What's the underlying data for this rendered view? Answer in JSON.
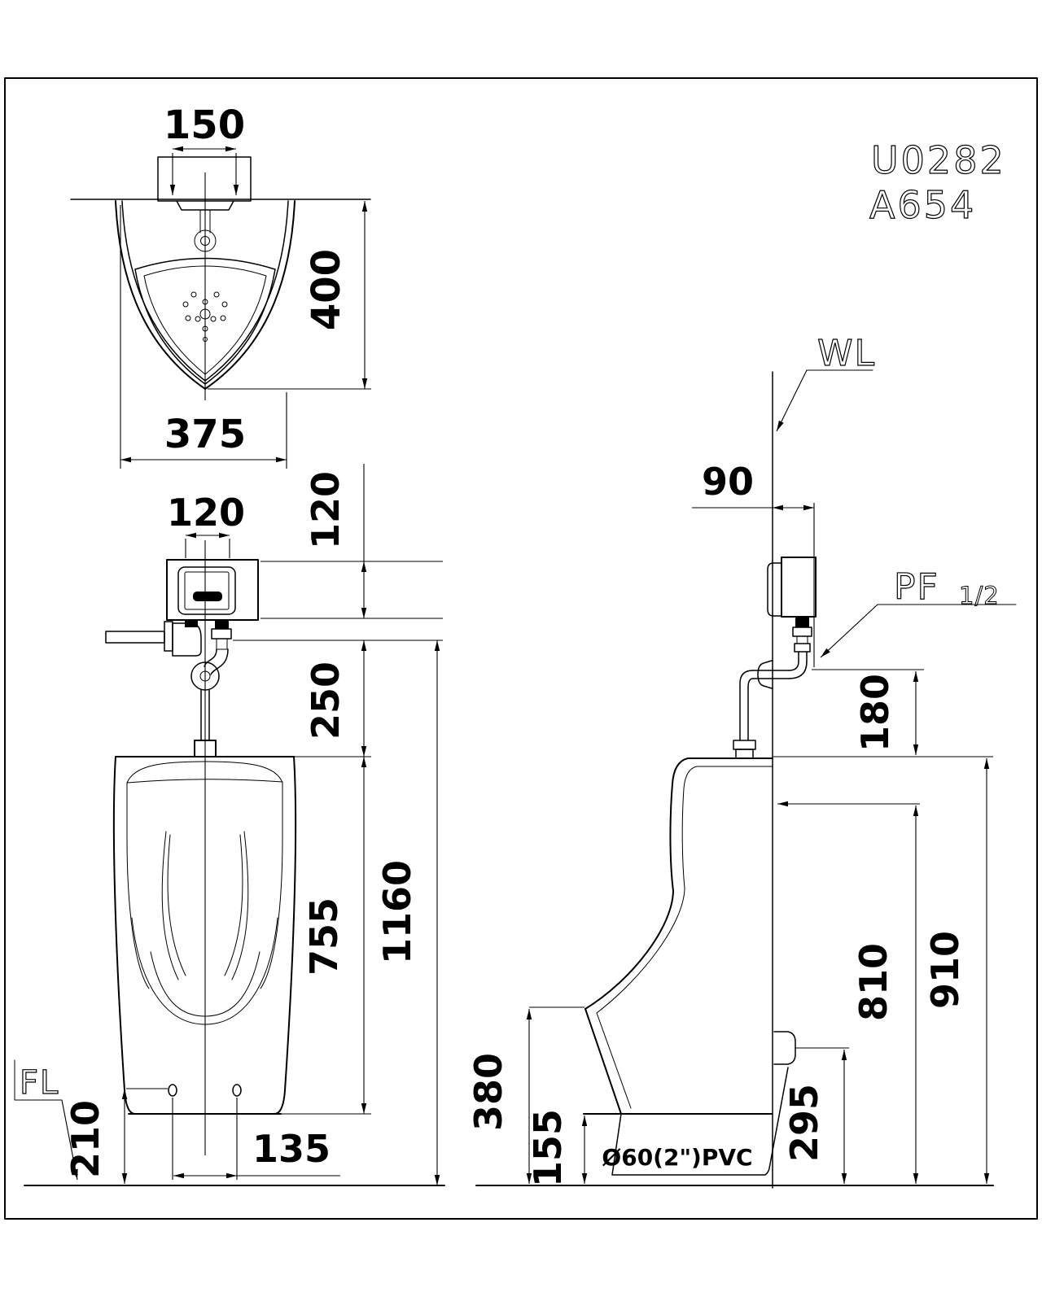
{
  "page": {
    "background": "#ffffff",
    "line_color": "#000000",
    "description": "CAD installation drawing of a wall-hung sensor urinal with plan, front and side views"
  },
  "model": {
    "code1": "U0282",
    "code2": "A654"
  },
  "labels": {
    "wall": "WL",
    "floor": "FL",
    "supply": "PF",
    "supply_size": "1/2",
    "drain_pipe": "Ø60(2\")PVC"
  },
  "dimensions": {
    "plan": {
      "spud_width": "150",
      "depth": "400",
      "width": "375"
    },
    "front": {
      "valve_width": "120",
      "valve_height": "120",
      "valve_to_rim": "250",
      "body_height": "755",
      "total_height": "1160",
      "bottom_clearance": "210",
      "hole_spacing": "135"
    },
    "side": {
      "wall_to_valve": "90",
      "supply_drop": "180",
      "rim_height": "810",
      "mount_height": "910",
      "lip_height": "380",
      "base_height": "155",
      "outlet_height": "295"
    }
  }
}
